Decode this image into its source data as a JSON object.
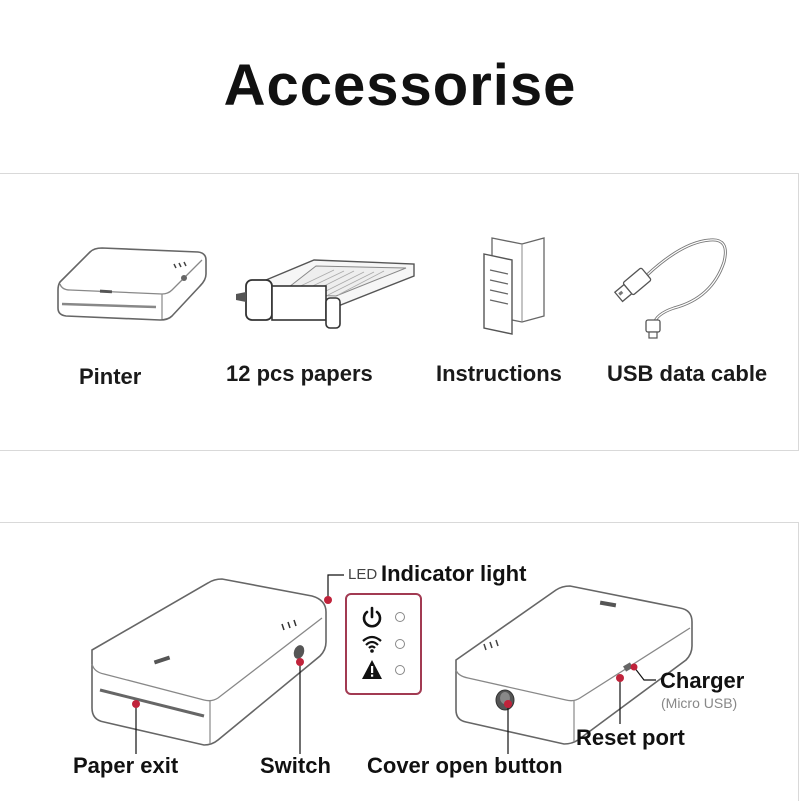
{
  "title": "Accessorise",
  "contents": {
    "printer_label": "Pinter",
    "papers_label": "12 pcs papers",
    "instructions_label": "Instructions",
    "usb_label": "USB data cable"
  },
  "diagram": {
    "led_small": "LED",
    "indicator_light": "Indicator light",
    "paper_exit": "Paper exit",
    "switch": "Switch",
    "cover_open_button": "Cover open button",
    "charger": "Charger",
    "charger_sub": "(Micro USB)",
    "reset_port": "Reset port"
  },
  "colors": {
    "callout_accent": "#c0233b",
    "led_box_border": "#a23a52"
  },
  "icons": [
    "power-icon",
    "wifi-icon",
    "warning-icon"
  ]
}
